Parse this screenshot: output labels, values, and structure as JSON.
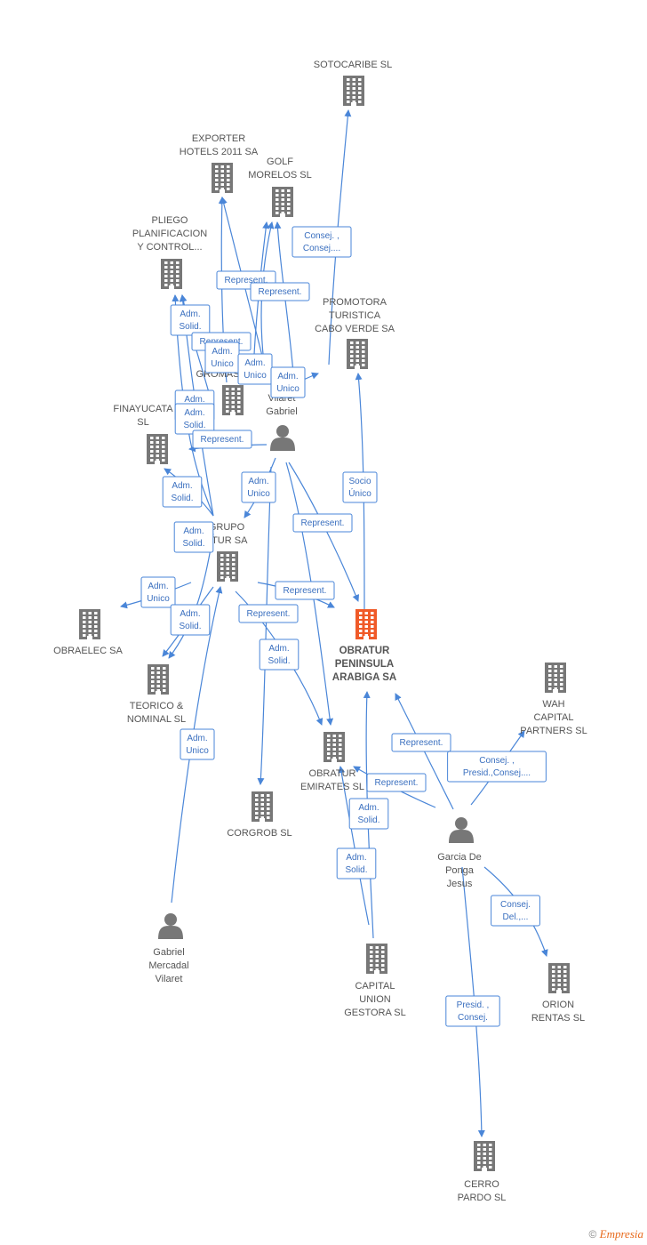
{
  "nodes": [
    {
      "id": "sotocaribe",
      "type": "company",
      "label": [
        "SOTOCARIBE SL"
      ],
      "color": "#777777"
    },
    {
      "id": "exporter",
      "type": "company",
      "label": [
        "EXPORTER",
        "HOTELS 2011 SA"
      ],
      "color": "#777777"
    },
    {
      "id": "golf",
      "type": "company",
      "label": [
        "GOLF",
        "MORELOS SL"
      ],
      "color": "#777777"
    },
    {
      "id": "pliego",
      "type": "company",
      "label": [
        "PLIEGO",
        "PLANIFICACION",
        "Y CONTROL..."
      ],
      "color": "#777777"
    },
    {
      "id": "promotora",
      "type": "company",
      "label": [
        "PROMOTORA",
        "TURISTICA",
        "CABO VERDE SA"
      ],
      "color": "#777777"
    },
    {
      "id": "gromas",
      "type": "company",
      "label": [
        "GROMAS"
      ],
      "color": "#777777"
    },
    {
      "id": "finayucatan",
      "type": "company",
      "label": [
        "FINAYUCATA",
        "SL"
      ],
      "color": "#777777"
    },
    {
      "id": "mercadal_p",
      "type": "person",
      "label": [
        "Mer",
        "Vilaret",
        "Gabriel"
      ],
      "color": "#777777"
    },
    {
      "id": "grupo",
      "type": "company",
      "label": [
        "GRUPO",
        "ATUR SA"
      ],
      "color": "#777777"
    },
    {
      "id": "obraelec",
      "type": "company",
      "label": [
        "OBRAELEC SA"
      ],
      "color": "#777777"
    },
    {
      "id": "obratur_pa",
      "type": "company",
      "label": [
        "OBRATUR",
        "PENINSULA",
        "ARABIGA SA"
      ],
      "color": "#f05a28",
      "main": true
    },
    {
      "id": "wah",
      "type": "company",
      "label": [
        "WAH",
        "CAPITAL",
        "PARTNERS SL"
      ],
      "color": "#777777"
    },
    {
      "id": "teorico",
      "type": "company",
      "label": [
        "TEORICO &",
        "NOMINAL SL"
      ],
      "color": "#777777"
    },
    {
      "id": "obratur_em",
      "type": "company",
      "label": [
        "OBRATUR",
        "EMIRATES  SL"
      ],
      "color": "#777777"
    },
    {
      "id": "corgrob",
      "type": "company",
      "label": [
        "CORGROB SL"
      ],
      "color": "#777777"
    },
    {
      "id": "garcia",
      "type": "person",
      "label": [
        "Garcia De",
        "Ponga",
        "Jesus"
      ],
      "color": "#777777"
    },
    {
      "id": "gabriel",
      "type": "person",
      "label": [
        "Gabriel",
        "Mercadal",
        "Vilaret"
      ],
      "color": "#777777"
    },
    {
      "id": "capital_union",
      "type": "company",
      "label": [
        "CAPITAL",
        "UNION",
        "GESTORA SL"
      ],
      "color": "#777777"
    },
    {
      "id": "orion",
      "type": "company",
      "label": [
        "ORION",
        "RENTAS SL"
      ],
      "color": "#777777"
    },
    {
      "id": "cerro",
      "type": "company",
      "label": [
        "CERRO",
        "PARDO SL"
      ],
      "color": "#777777"
    }
  ],
  "edge_labels": [
    [
      "Consej. ,",
      "Consej...."
    ],
    [
      "Represent."
    ],
    [
      "Represent."
    ],
    [
      "Adm.",
      "Solid."
    ],
    [
      "Represent."
    ],
    [
      "Adm.",
      "Unico"
    ],
    [
      "Adm.",
      "Unico"
    ],
    [
      "Adm.",
      "Unico"
    ],
    [
      "Adm.",
      "Solid."
    ],
    [
      "Adm.",
      "Solid."
    ],
    [
      "Represent."
    ],
    [
      "Adm.",
      "Solid."
    ],
    [
      "Adm.",
      "Unico"
    ],
    [
      "Socio",
      "Único"
    ],
    [
      "Represent."
    ],
    [
      "Adm.",
      "Solid."
    ],
    [
      "Adm.",
      "Unico"
    ],
    [
      "Represent."
    ],
    [
      "Adm.",
      "Solid."
    ],
    [
      "Represent."
    ],
    [
      "Adm.",
      "Solid."
    ],
    [
      "Adm.",
      "Unico"
    ],
    [
      "Represent."
    ],
    [
      "Consej. ,",
      "Presid.,Consej...."
    ],
    [
      "Represent."
    ],
    [
      "Adm.",
      "Solid."
    ],
    [
      "Adm.",
      "Solid."
    ],
    [
      "Consej.",
      "Del.,..."
    ],
    [
      "Presid. ,",
      "Consej."
    ]
  ],
  "footer": {
    "copyright": "©",
    "brand": "Empresia"
  }
}
